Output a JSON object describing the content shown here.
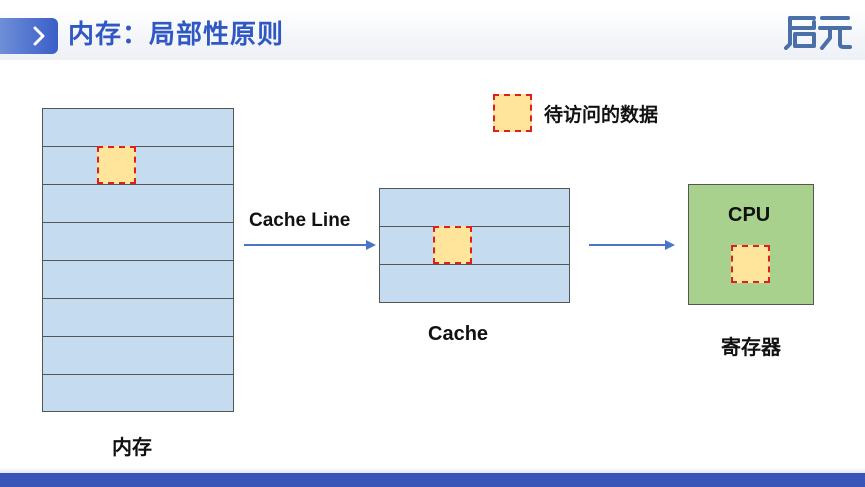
{
  "header": {
    "title": "内存：局部性原则",
    "logo_text": "启元"
  },
  "legend": {
    "label": "待访问的数据"
  },
  "diagram": {
    "memory": {
      "label": "内存",
      "rows": 8,
      "highlight_row": 1
    },
    "arrow1_label": "Cache Line",
    "cache": {
      "label": "Cache",
      "rows": 3,
      "highlight_row": 1
    },
    "cpu": {
      "inner_label": "CPU",
      "label": "寄存器"
    }
  },
  "colors": {
    "title": "#2f58c4",
    "memory_fill": "#c5dbef",
    "cpu_fill": "#a9d18e",
    "data_fill": "#ffe59c",
    "data_border": "#e02020",
    "arrow": "#4a74c9",
    "bottom_bar": "#3a55b8"
  }
}
